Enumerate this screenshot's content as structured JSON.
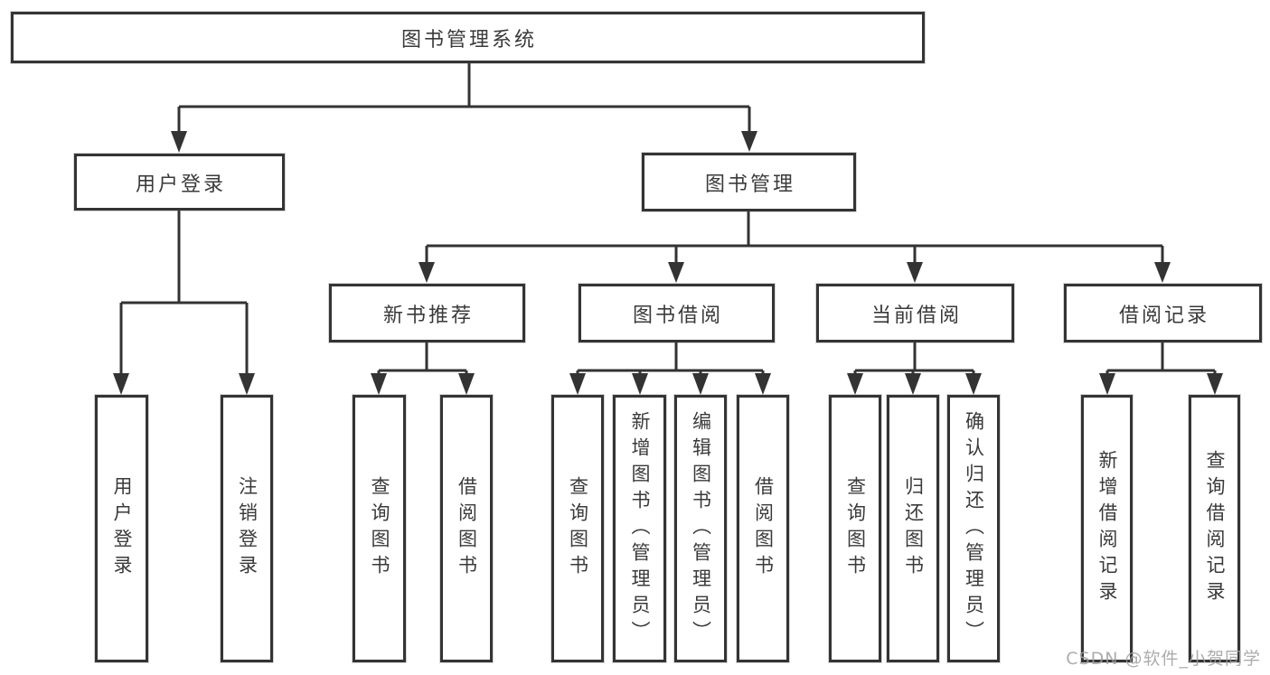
{
  "tree": {
    "root": {
      "label": "图书管理系统"
    },
    "branches": [
      {
        "label": "用户登录",
        "children": [
          {
            "label": "用户登录"
          },
          {
            "label": "注销登录"
          }
        ]
      },
      {
        "label": "图书管理",
        "children": [
          {
            "label": "新书推荐",
            "children": [
              {
                "label": "查询图书"
              },
              {
                "label": "借阅图书"
              }
            ]
          },
          {
            "label": "图书借阅",
            "children": [
              {
                "label": "查询图书"
              },
              {
                "label": "新增图书（管理员）"
              },
              {
                "label": "编辑图书（管理员）"
              },
              {
                "label": "借阅图书"
              }
            ]
          },
          {
            "label": "当前借阅",
            "children": [
              {
                "label": "查询图书"
              },
              {
                "label": "归还图书"
              },
              {
                "label": "确认归还（管理员）"
              }
            ]
          },
          {
            "label": "借阅记录",
            "children": [
              {
                "label": "新增借阅记录"
              },
              {
                "label": "查询借阅记录"
              }
            ]
          }
        ]
      }
    ]
  },
  "watermark": "CSDN @软件_小贺同学",
  "colors": {
    "line": "#333333",
    "box_border": "#343434",
    "text": "#3a3a3a",
    "watermark": "#9e9e9e",
    "background": "#ffffff"
  }
}
